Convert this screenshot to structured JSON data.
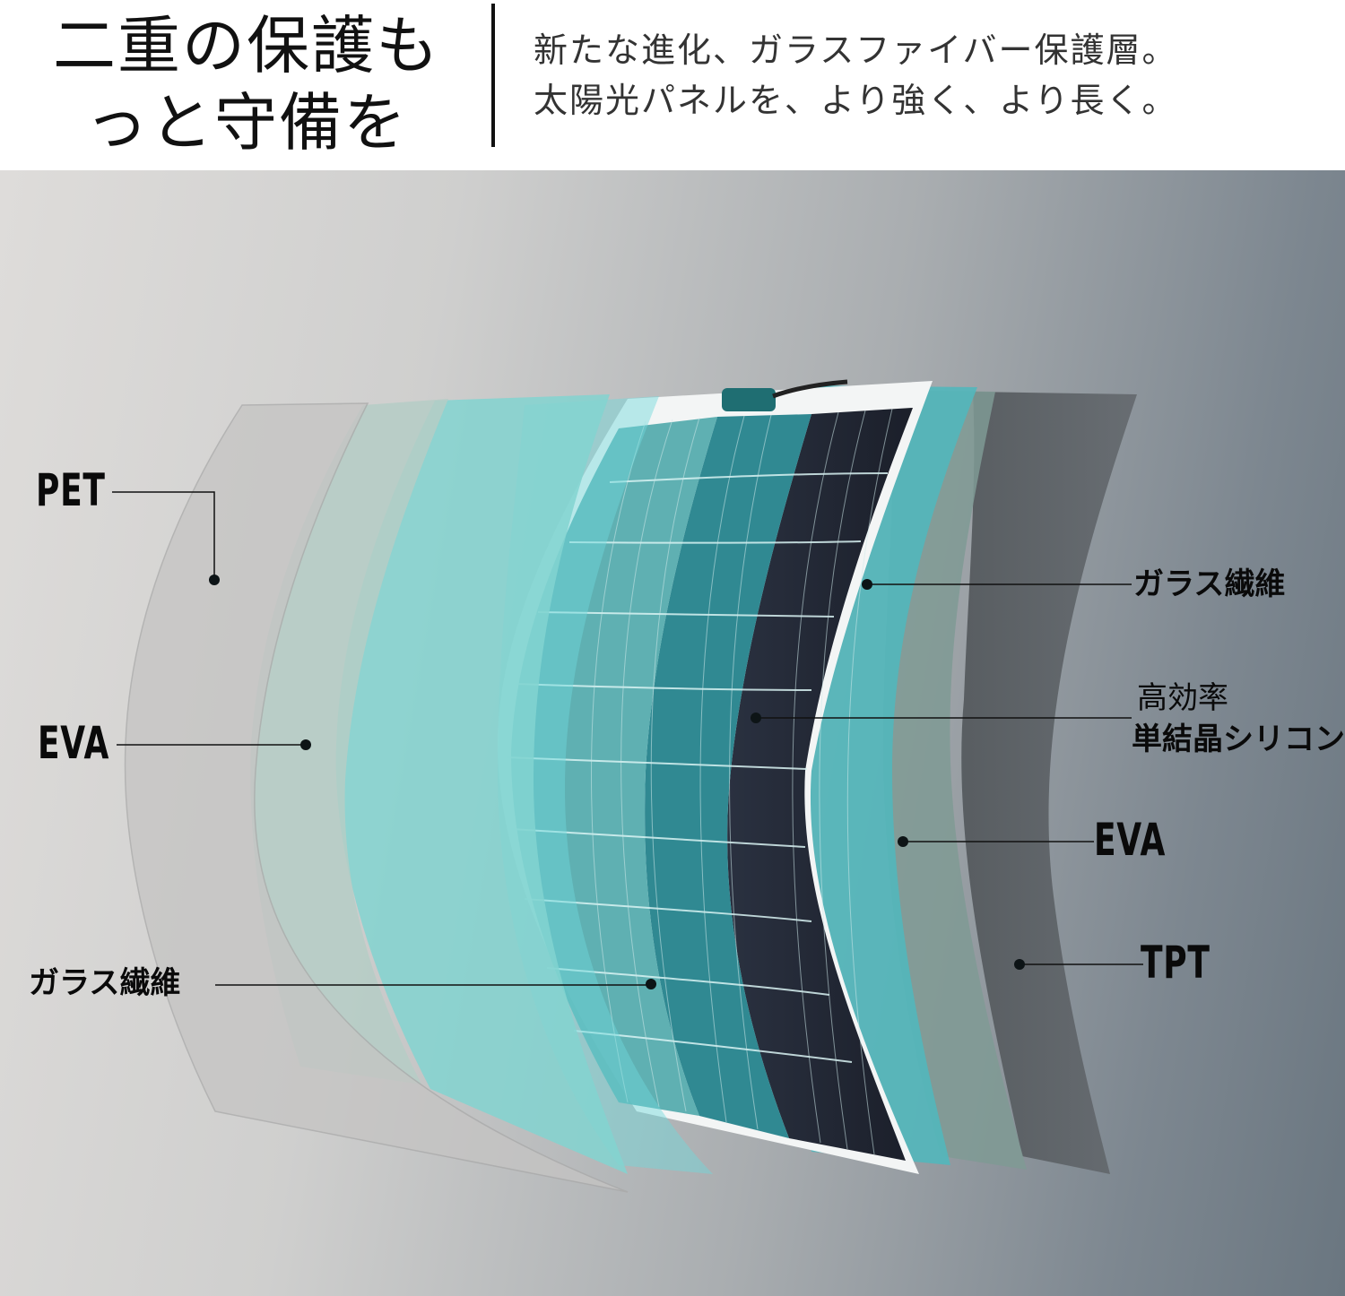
{
  "header": {
    "headline_lines": [
      "二重の保護も",
      "っと守備を"
    ],
    "subhead_lines": [
      "新たな進化、ガラスファイバー保護層。",
      "太陽光パネルを、より強く、より長く。"
    ]
  },
  "diagram": {
    "title": "Flexible solar panel layer structure",
    "layers_left_to_right": [
      "PET",
      "EVA",
      "ガラス繊維",
      "高効率 単結晶シリコン",
      "ガラス繊維",
      "EVA",
      "TPT"
    ],
    "labels": {
      "pet": "PET",
      "eva_left": "EVA",
      "glass_fiber_left": "ガラス繊維",
      "glass_fiber_right": "ガラス繊維",
      "mono_silicon_line1": "高効率",
      "mono_silicon_line2": "単結晶シリコン",
      "eva_right": "EVA",
      "tpt": "TPT"
    },
    "colors": {
      "pet": "#c9c8c7",
      "eva": "#b8cdc8",
      "glass_fiber": "#7fd0cf",
      "cell_teal": "#2c8f97",
      "cell_dark": "#1e2430",
      "eva_back": "#7a9690",
      "tpt": "#5e6266",
      "leader": "#111111"
    }
  }
}
